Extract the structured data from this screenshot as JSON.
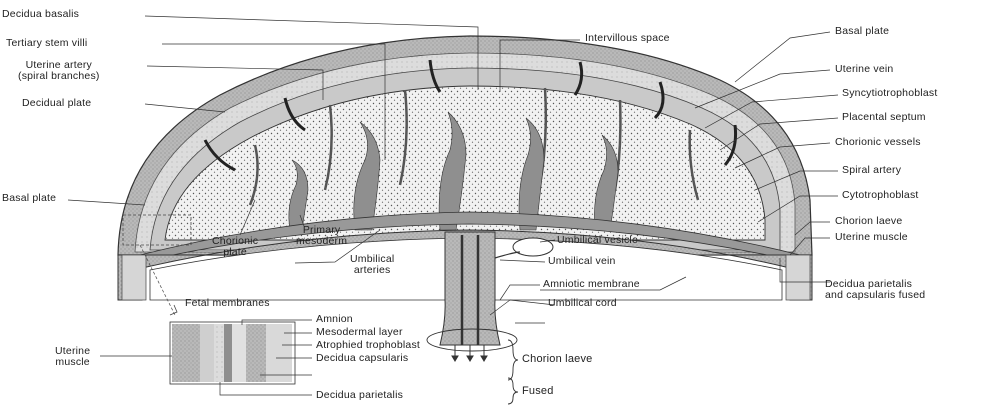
{
  "labels": {
    "decidua_basalis": "Decidua basalis",
    "tertiary_stem_villi": "Tertiary stem villi",
    "uterine_artery": "Uterine artery\n(spiral branches)",
    "decidual_plate": "Decidual plate",
    "basal_plate_left": "Basal plate",
    "chorionic_plate": "Chorionic\nplate",
    "primary_mesoderm": "Primary\nmesoderm",
    "umbilical_arteries": "Umbilical\narteries",
    "intervillous_space": "Intervillous space",
    "basal_plate_right": "Basal plate",
    "uterine_vein": "Uterine vein",
    "syncytiotrophoblast": "Syncytiotrophoblast",
    "placental_septum": "Placental septum",
    "chorionic_vessels": "Chorionic vessels",
    "spiral_artery": "Spiral artery",
    "cytotrophoblast": "Cytotrophoblast",
    "chorion_laeve_right": "Chorion laeve",
    "uterine_muscle_right": "Uterine muscle",
    "umbilical_vesicle": "Umbilical vesicle",
    "umbilical_vein": "Umbilical vein",
    "amniotic_membrane": "Amniotic membrane",
    "umbilical_cord": "Umbilical cord",
    "decidua_fused": "Decidua parietalis\nand capsularis fused",
    "fetal_membranes": "Fetal membranes",
    "uterine_muscle_inset": "Uterine\nmuscle",
    "amnion": "Amnion",
    "mesodermal_layer": "Mesodermal layer",
    "atrophied_trophoblast": "Atrophied trophoblast",
    "decidua_capsularis": "Decidua capsularis",
    "decidua_parietalis": "Decidua parietalis",
    "chorion_laeve_group": "Chorion laeve",
    "fused_group": "Fused"
  }
}
